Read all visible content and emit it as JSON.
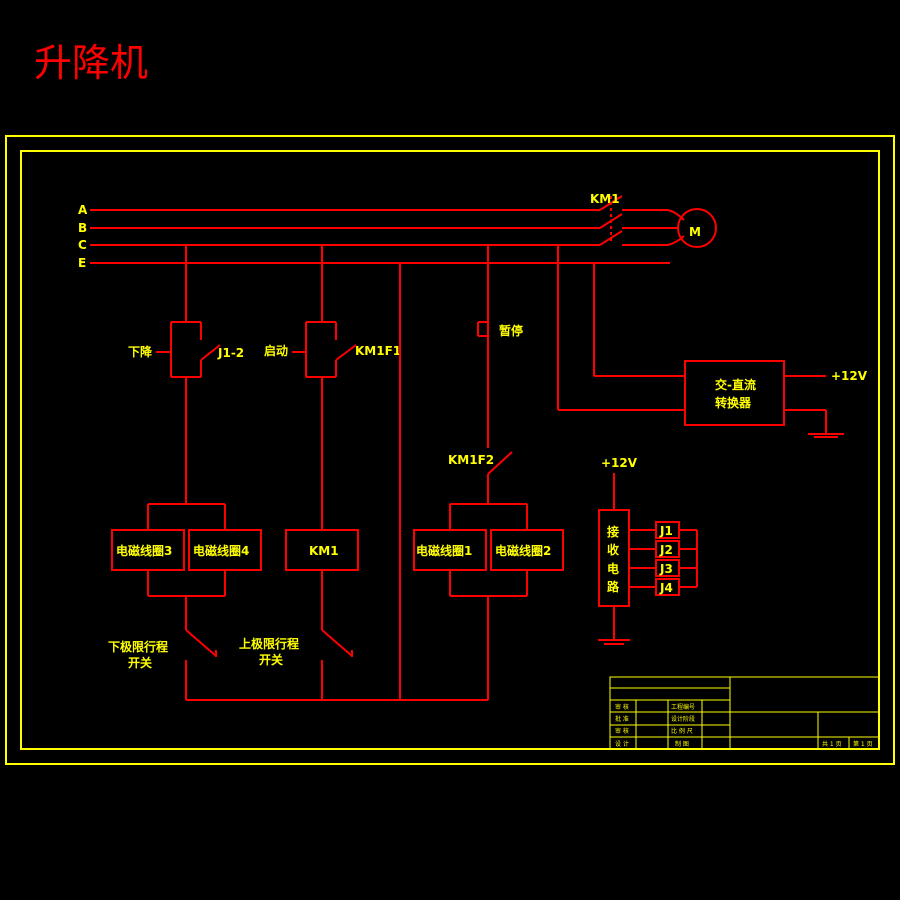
{
  "title": "升降机",
  "buses": {
    "a": "A",
    "b": "B",
    "c": "C",
    "e": "E"
  },
  "motor": "M",
  "contactor_main": "KM1",
  "buttons": {
    "down": "下降",
    "start": "启动",
    "pause": "暂停"
  },
  "contacts": {
    "j12": "J1-2",
    "km1f1": "KM1F1",
    "km1f2": "KM1F2"
  },
  "coils": {
    "coil3": "电磁线圈3",
    "coil4": "电磁线圈4",
    "km1": "KM1",
    "coil1": "电磁线圈1",
    "coil2": "电磁线圈2"
  },
  "limits": {
    "lower_line1": "下极限行程",
    "lower_line2": "开关",
    "upper_line1": "上极限行程",
    "upper_line2": "开关"
  },
  "converter": {
    "line1": "交-直流",
    "line2": "转换器",
    "output": "+12V"
  },
  "receiver": {
    "supply": "+12V",
    "chars": [
      "接",
      "收",
      "电",
      "路"
    ]
  },
  "relays": [
    "J1",
    "J2",
    "J3",
    "J4"
  ],
  "title_block": {
    "rows": [
      {
        "left": "审 核",
        "mid": "工程编号"
      },
      {
        "left": "批 准",
        "mid": "设计阶段"
      },
      {
        "left": "审 核",
        "mid": "比 例 尺"
      },
      {
        "left": "设 计",
        "mid": "制 图"
      }
    ],
    "total_sheets": "共 1 页",
    "sheet_no": "第 1 页"
  },
  "colors": {
    "wire": "#ff0000",
    "frame": "#ffff00",
    "background": "#000000"
  }
}
